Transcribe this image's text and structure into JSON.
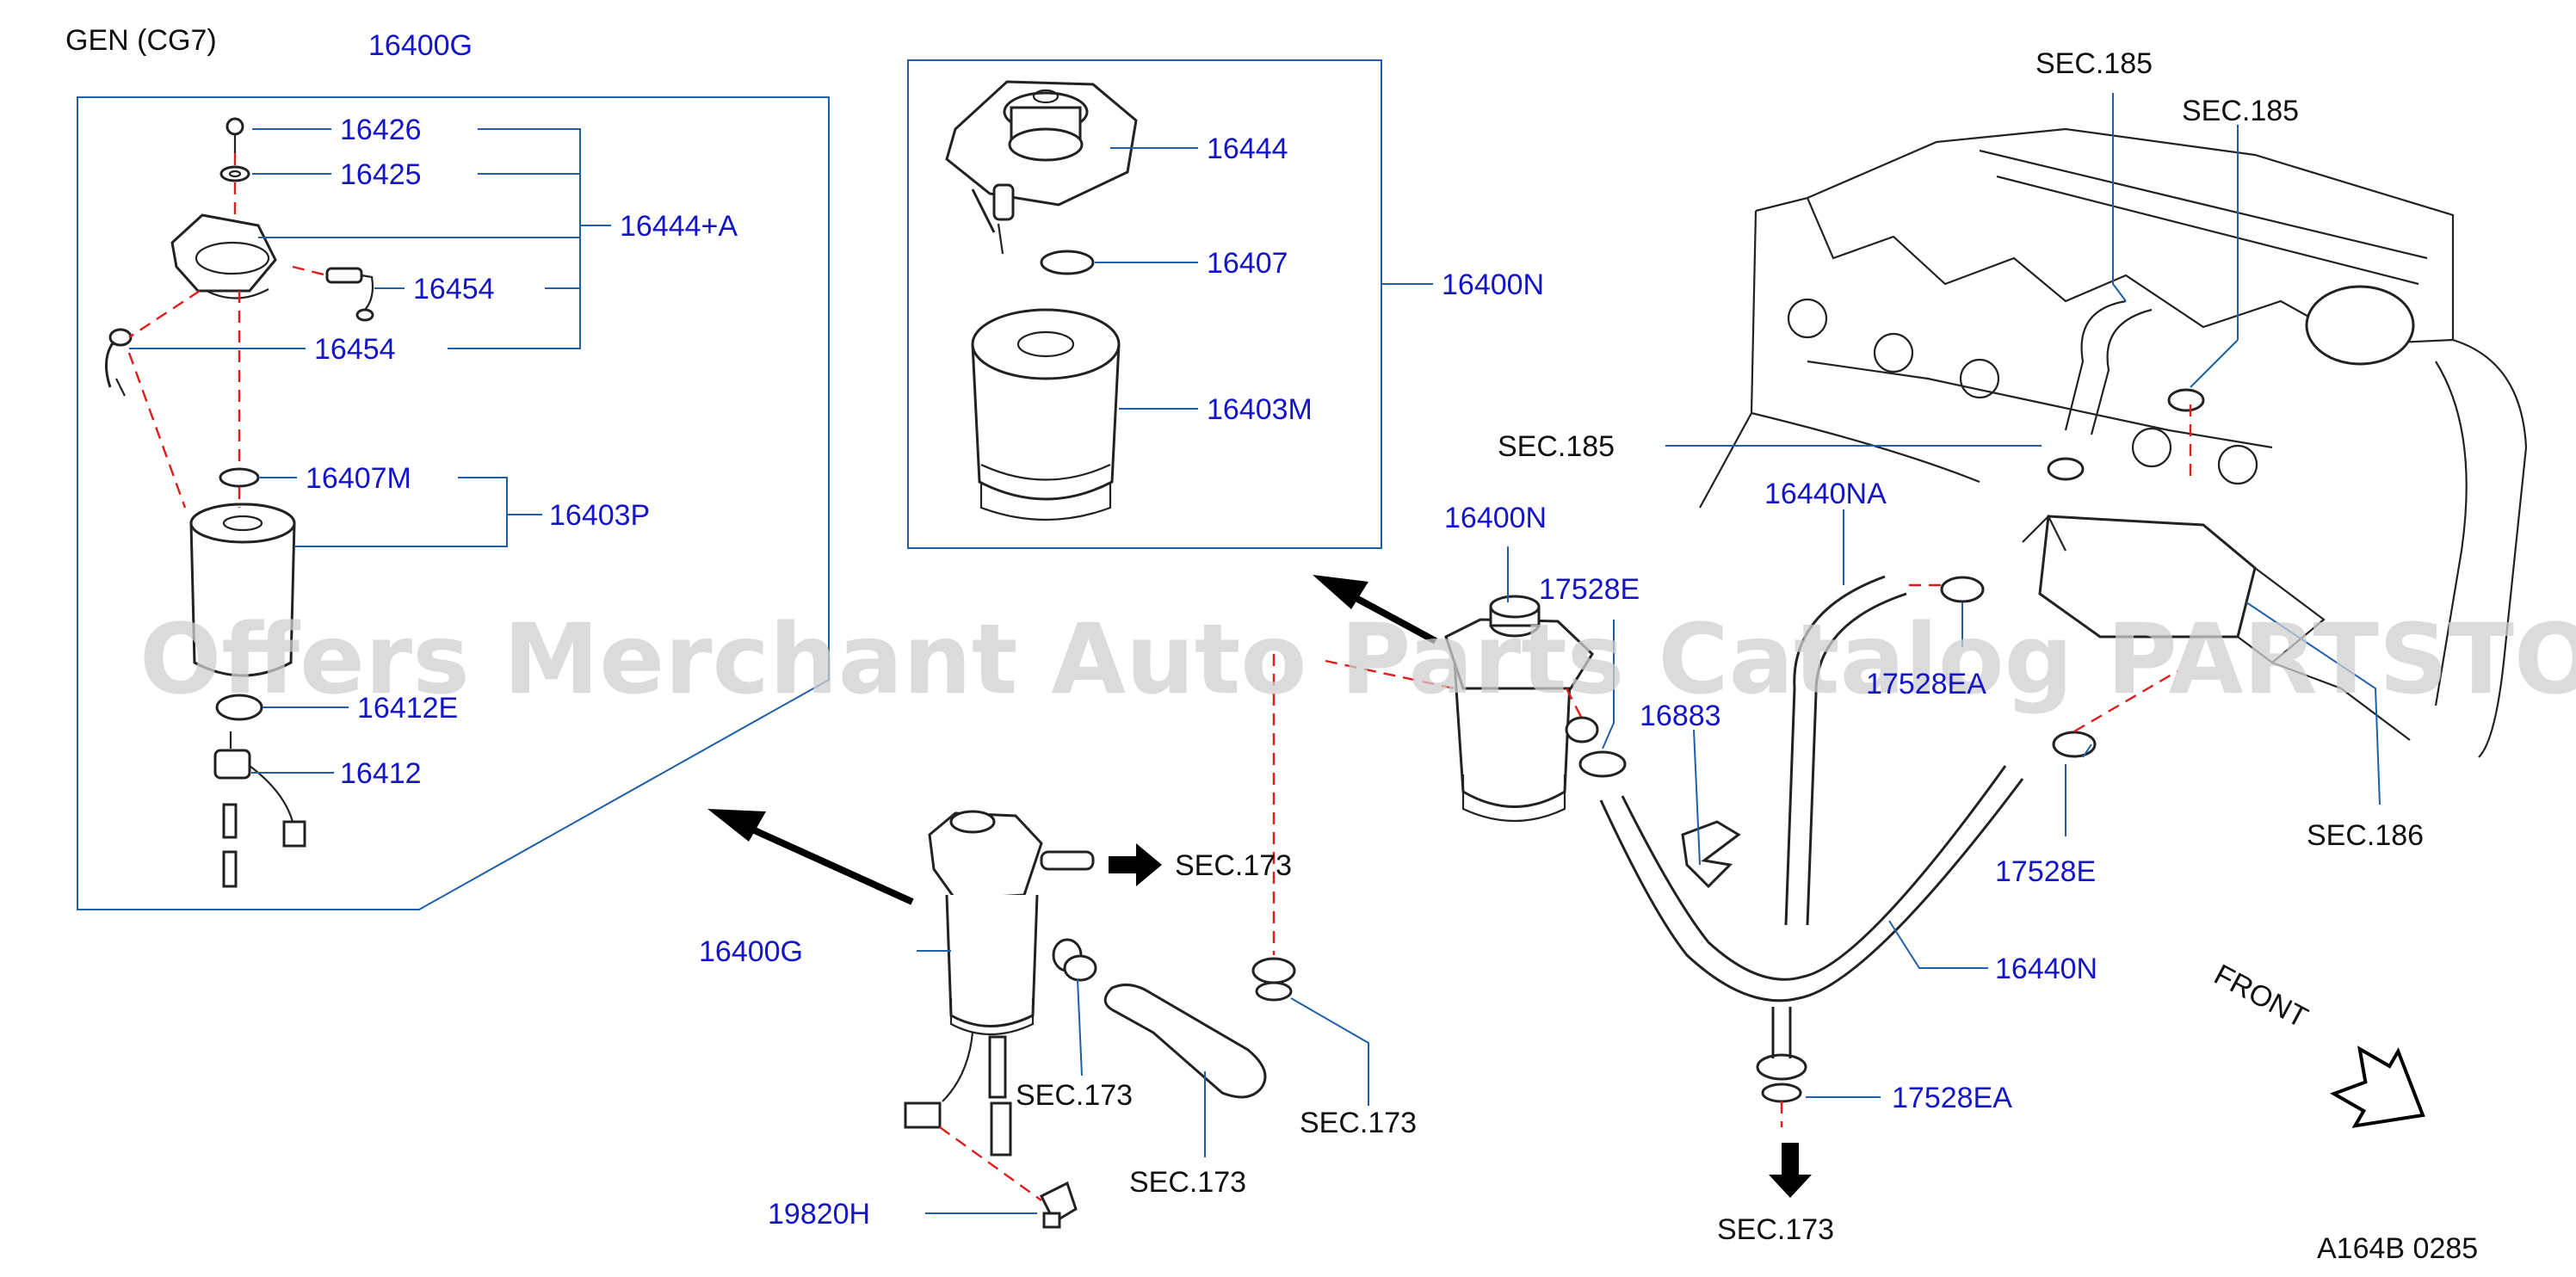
{
  "header": {
    "title": "GEN   (CG7)"
  },
  "labels": {
    "l16400G_top": "16400G",
    "l16426": "16426",
    "l16425": "16425",
    "l16444A": "16444+A",
    "l16454a": "16454",
    "l16454b": "16454",
    "l16407M": "16407M",
    "l16403P": "16403P",
    "l16412E": "16412E",
    "l16412": "16412",
    "l16444": "16444",
    "l16407": "16407",
    "l16403M": "16403M",
    "l16400N_box": "16400N",
    "l16400N": "16400N",
    "l17528E_a": "17528E",
    "l17528EA_a": "17528EA",
    "l16883": "16883",
    "l16440NA": "16440NA",
    "l16440N": "16440N",
    "l17528E_b": "17528E",
    "l17528EA_b": "17528EA",
    "l16400G_bot": "16400G",
    "l19820H": "19820H",
    "sec185_a": "SEC.185",
    "sec185_b": "SEC.185",
    "sec185_c": "SEC.185",
    "sec186": "SEC.186",
    "sec173_a": "SEC.173",
    "sec173_b": "SEC.173",
    "sec173_c": "SEC.173",
    "sec173_d": "SEC.173",
    "sec173_e": "SEC.173",
    "front": "FRONT"
  },
  "watermark": "Offers Merchant Auto Parts Catalog PARTSTORE.SA",
  "footer": {
    "code": "A164B   0285"
  },
  "colors": {
    "label_blue": "#1515c8",
    "leader_blue": "#1f5fa8",
    "dash_red": "#e01b1b"
  }
}
